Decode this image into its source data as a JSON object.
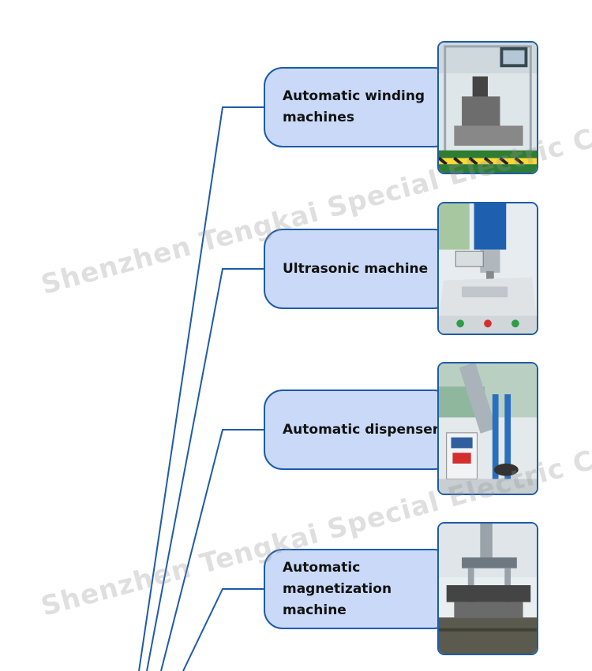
{
  "watermark_text": "Shenzhen Tengkai Special Electric Co., Ltd.",
  "items": [
    {
      "label": "Automatic winding machines",
      "photo": "winding-machine-photo"
    },
    {
      "label": "Ultrasonic machine",
      "photo": "ultrasonic-machine-photo"
    },
    {
      "label": "Automatic dispenser",
      "photo": "dispenser-photo"
    },
    {
      "label": "Automatic magnetization machine",
      "photo": "magnetization-machine-photo"
    }
  ],
  "colors": {
    "line": "#1e5ba8",
    "card_fill": "#c9d9f7",
    "card_border": "#1e5ba8",
    "watermark": "#969696"
  }
}
